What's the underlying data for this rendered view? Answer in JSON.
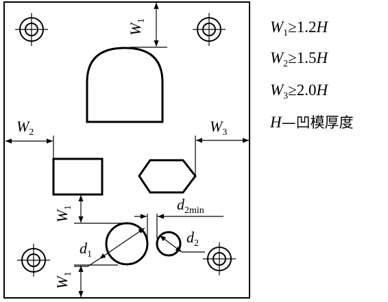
{
  "labels": {
    "w1": {
      "main": "W",
      "sub": "1"
    },
    "w2": {
      "main": "W",
      "sub": "2"
    },
    "w3": {
      "main": "W",
      "sub": "3"
    },
    "d1": {
      "main": "d",
      "sub": "1"
    },
    "d2": {
      "main": "d",
      "sub": "2"
    },
    "d2min": {
      "main": "d",
      "sub": "2min"
    }
  },
  "legend": [
    {
      "var": "W",
      "sub": "1",
      "rel": "≥1.2",
      "unit": "H"
    },
    {
      "var": "W",
      "sub": "2",
      "rel": "≥1.5",
      "unit": "H"
    },
    {
      "var": "W",
      "sub": "3",
      "rel": "≥2.0",
      "unit": "H"
    },
    {
      "var": "H",
      "desc": "—凹模厚度"
    }
  ]
}
